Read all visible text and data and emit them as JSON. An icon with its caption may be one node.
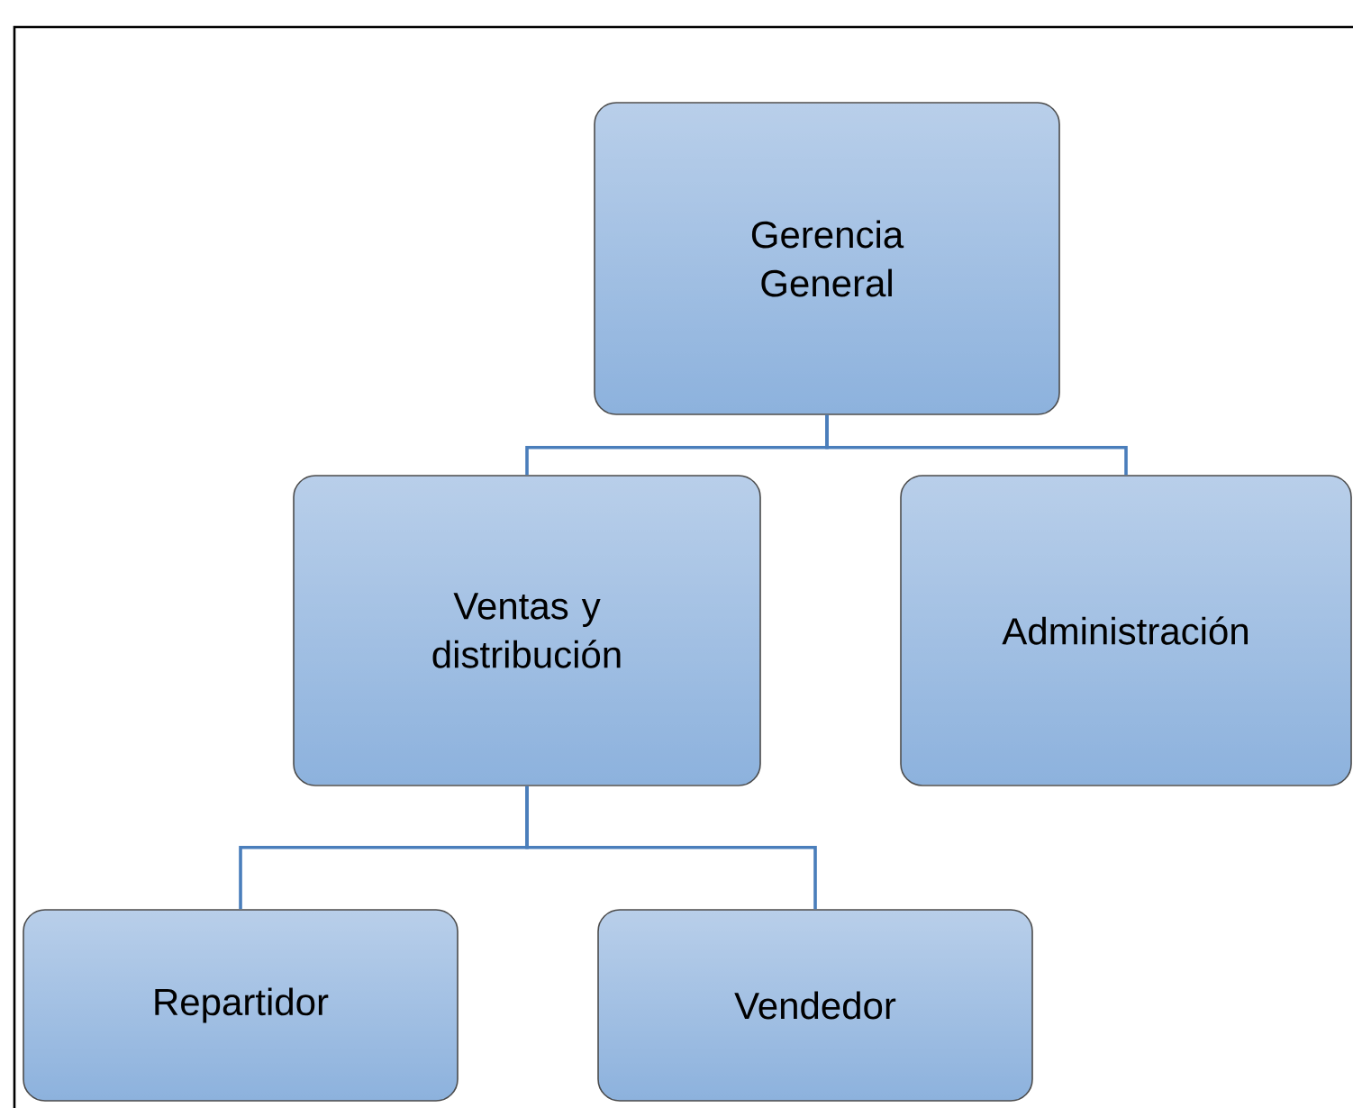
{
  "diagram": {
    "nodes": [
      {
        "text": [
          "Gerencia General"
        ]
      },
      {
        "text": [
          "Ventas y distribución"
        ]
      },
      {
        "text": [
          "Administración"
        ]
      },
      {
        "text": [
          "Repartidor"
        ]
      },
      {
        "text": [
          "Vendedor"
        ]
      }
    ],
    "edges": [
      {
        "from": 0,
        "to": 1,
        "arrow": "none"
      },
      {
        "from": 0,
        "to": 2,
        "arrow": "none"
      },
      {
        "from": 1,
        "to": 3,
        "arrow": "none"
      },
      {
        "from": 1,
        "to": 4,
        "arrow": "none"
      }
    ]
  }
}
